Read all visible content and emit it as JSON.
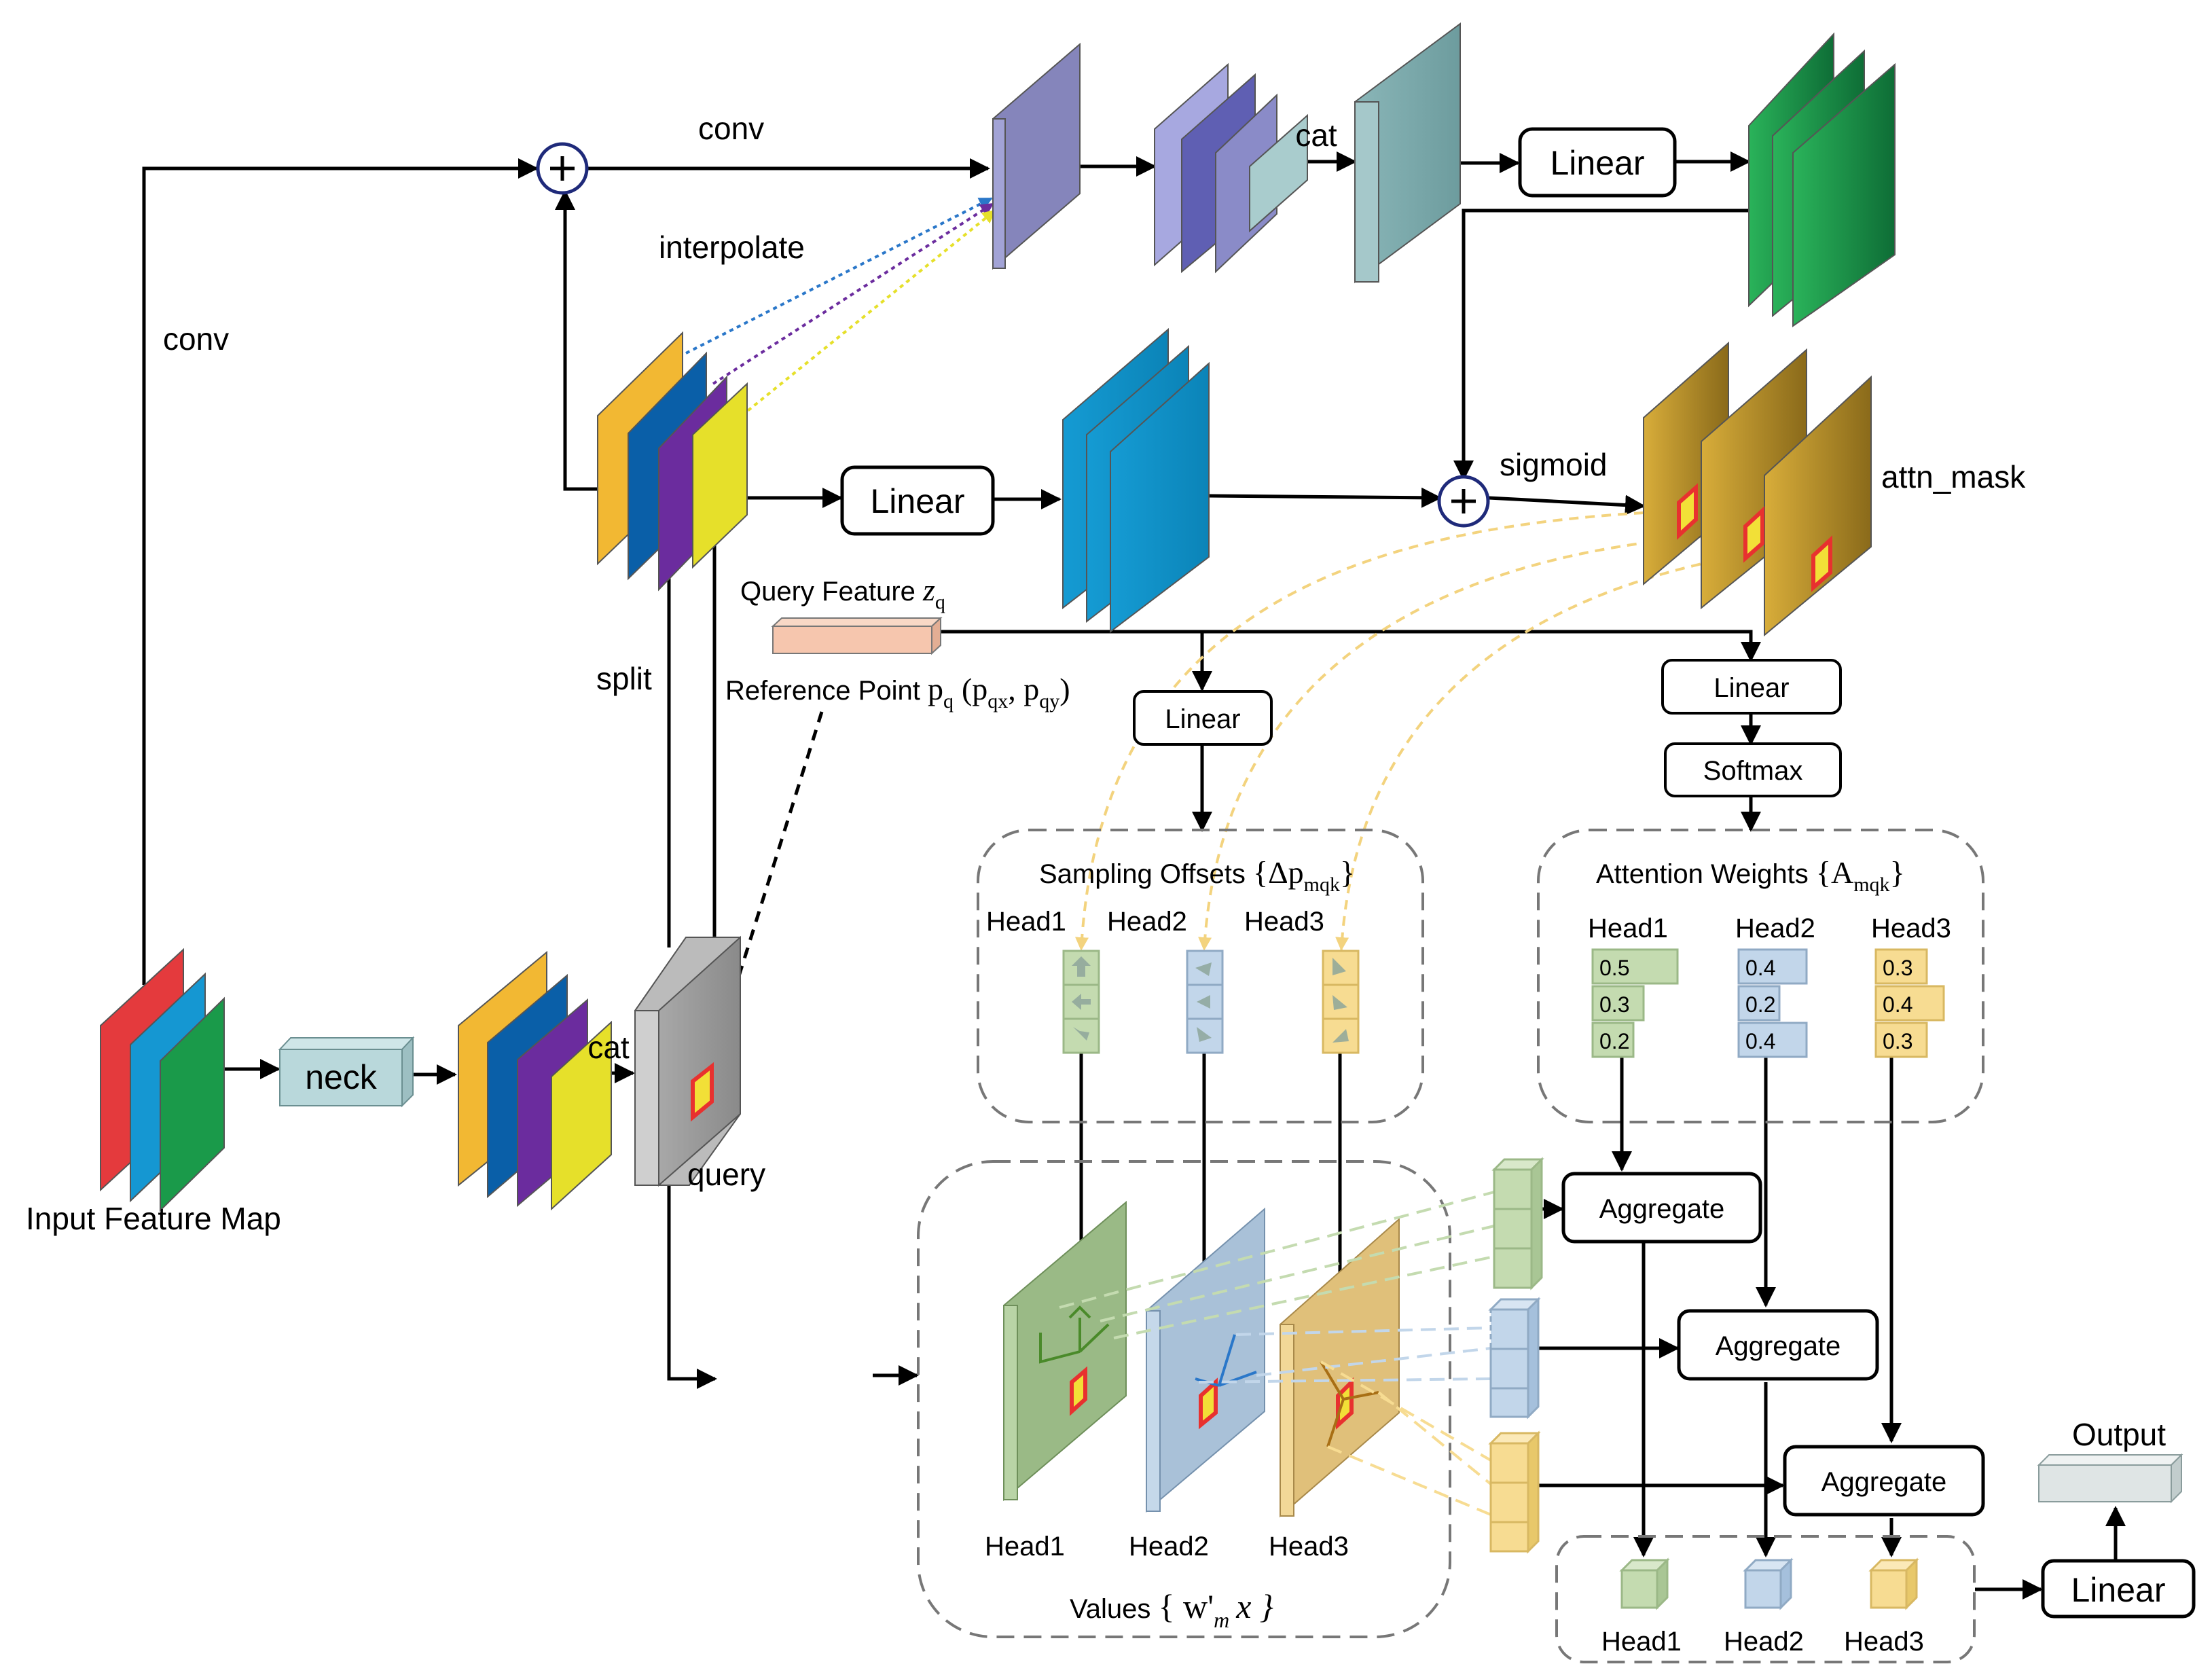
{
  "labels": {
    "input_feature_map": "Input Feature Map",
    "neck": "neck",
    "cat": "cat",
    "query": "query",
    "split": "split",
    "conv": "conv",
    "interpolate": "interpolate",
    "sigmoid": "sigmoid",
    "attn_mask": "attn_mask",
    "output": "Output"
  },
  "boxes": {
    "linear": "Linear",
    "softmax": "Softmax",
    "aggregate": "Aggregate"
  },
  "math": {
    "query_feature": "Query Feature",
    "z": "z",
    "z_sub": "q",
    "reference_point": "Reference Point",
    "p": "p",
    "p_sub": "q",
    "coord_open": "(p",
    "coord_x_sub": "qx",
    "coord_sep": ", p",
    "coord_y_sub": "qy",
    "coord_close": ")",
    "sampling_offsets": "Sampling Offsets",
    "delta_open": "{Δp",
    "delta_sub": "mqk",
    "brace_close": "}",
    "attention_weights": "Attention Weights",
    "a_open": "{A",
    "a_sub": "mqk",
    "values": "Values",
    "values_open": "{ w'",
    "values_sub": "m",
    "values_x": "x }"
  },
  "heads": [
    "Head1",
    "Head2",
    "Head3"
  ],
  "attention_weights": {
    "head1": [
      0.5,
      0.3,
      0.2
    ],
    "head2": [
      0.4,
      0.2,
      0.4
    ],
    "head3": [
      0.3,
      0.4,
      0.3
    ]
  },
  "colors": {
    "green": "#1a9a4a",
    "blue": "#0b8fc4",
    "gold": "#c69a2a",
    "purple": "#7e7fc0",
    "teal": "#7faaaa",
    "head1": "#c4dbb0",
    "head2": "#c2d6ea",
    "head3": "#f7dc92",
    "red": "#e8312f",
    "query_feature": "#f6c6ae"
  }
}
